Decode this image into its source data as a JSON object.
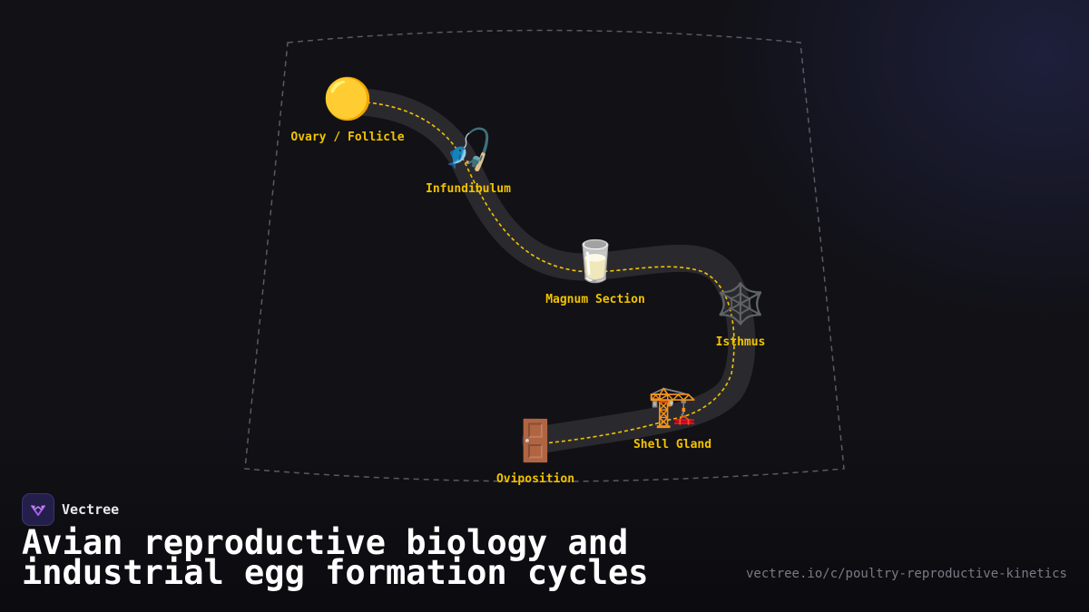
{
  "brand": {
    "name": "Vectree",
    "accent_color": "#a259e6",
    "logo_icon": "vectree-logo-icon"
  },
  "title": "Avian reproductive biology and industrial egg formation cycles",
  "url": "vectree.io/c/poultry-reproductive-kinetics",
  "colors": {
    "background": "#111116",
    "path": "#2a2a2e",
    "flow": "#f2c200",
    "label": "#f2c200",
    "boundary": "#5a5a60"
  },
  "nodes": [
    {
      "id": "ovary",
      "label": "Ovary / Follicle",
      "icon": "🟡",
      "icon_name": "yellow-circle-icon"
    },
    {
      "id": "infundibulum",
      "label": "Infundibulum",
      "icon": "🎣",
      "icon_name": "fishing-pole-icon"
    },
    {
      "id": "magnum",
      "label": "Magnum Section",
      "icon": "🥛",
      "icon_name": "glass-of-milk-icon"
    },
    {
      "id": "isthmus",
      "label": "Isthmus",
      "icon": "🕸️",
      "icon_name": "spider-web-icon"
    },
    {
      "id": "shell-gland",
      "label": "Shell Gland",
      "icon": "🏗️",
      "icon_name": "construction-crane-icon"
    },
    {
      "id": "oviposition",
      "label": "Oviposition",
      "icon": "🚪",
      "icon_name": "door-icon"
    }
  ]
}
